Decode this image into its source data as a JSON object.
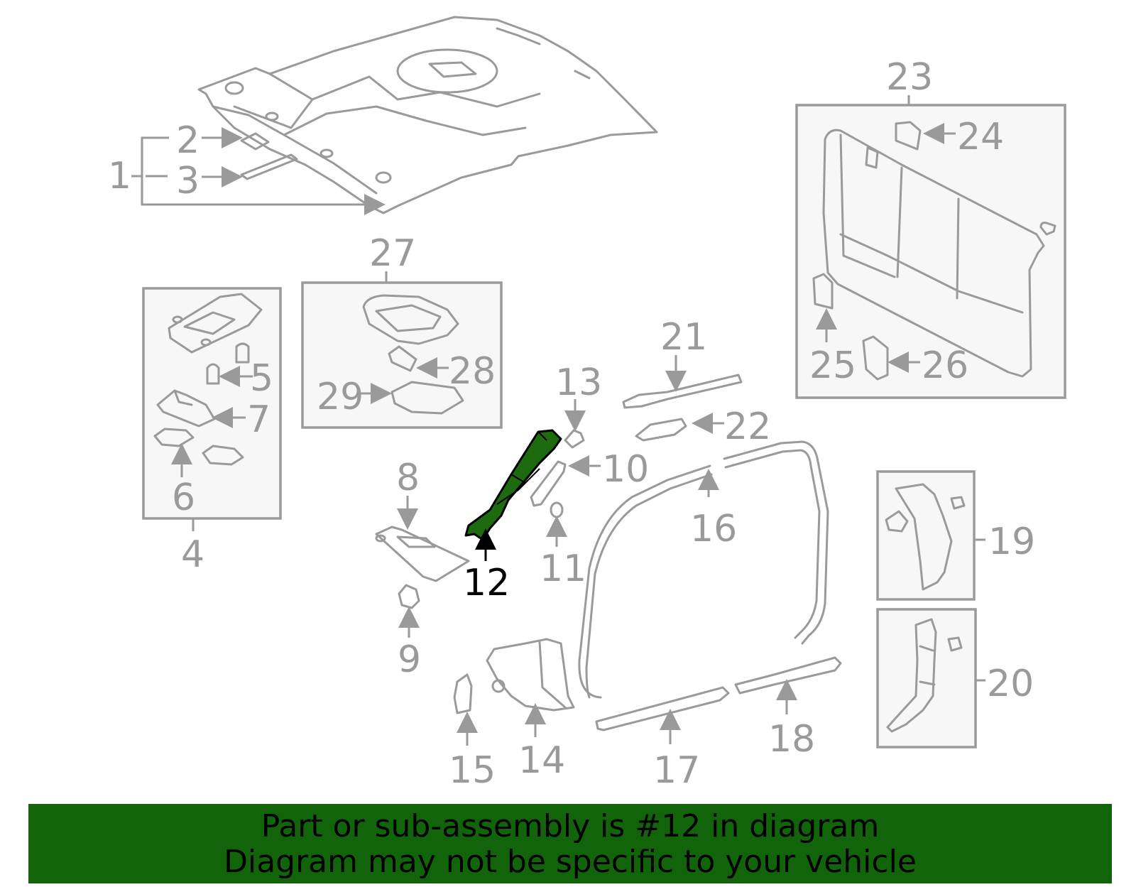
{
  "callouts": {
    "c1": "1",
    "c2": "2",
    "c3": "3",
    "c4": "4",
    "c5": "5",
    "c6": "6",
    "c7": "7",
    "c8": "8",
    "c9": "9",
    "c10": "10",
    "c11": "11",
    "c12": "12",
    "c13": "13",
    "c14": "14",
    "c15": "15",
    "c16": "16",
    "c17": "17",
    "c18": "18",
    "c19": "19",
    "c20": "20",
    "c21": "21",
    "c22": "22",
    "c23": "23",
    "c24": "24",
    "c25": "25",
    "c26": "26",
    "c27": "27",
    "c28": "28",
    "c29": "29"
  },
  "highlight": {
    "part_number": "12",
    "color": "#1e6b0f"
  },
  "banner": {
    "line1": "Part or sub-assembly is #12 in diagram",
    "line2": "Diagram may not be specific to your vehicle",
    "color": "#12640a"
  }
}
